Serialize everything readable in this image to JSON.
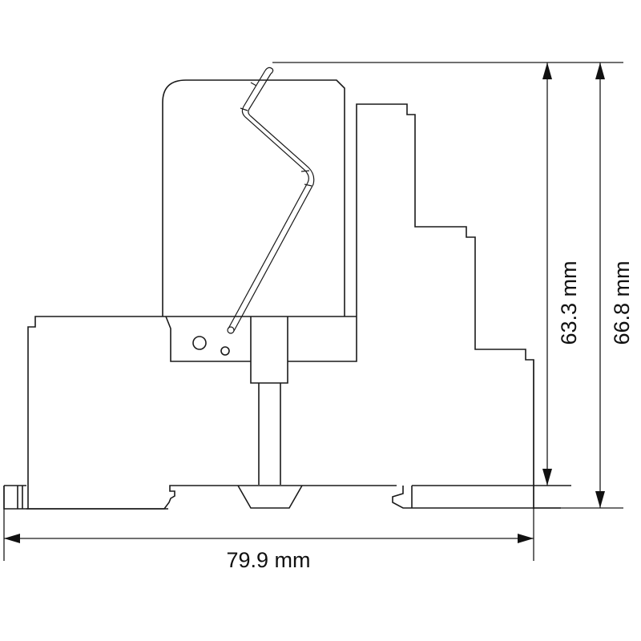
{
  "drawing": {
    "type": "technical-dimension-drawing",
    "subject": "DIN-rail relay socket with relay and retaining clip (side view)",
    "line_color": "#1a1a1a",
    "background": "#ffffff"
  },
  "dimensions": {
    "width": {
      "label": "79.9 mm",
      "value": 79.9,
      "unit": "mm",
      "orientation": "horizontal"
    },
    "height_inner": {
      "label": "63.3 mm",
      "value": 63.3,
      "unit": "mm",
      "orientation": "vertical"
    },
    "height_total": {
      "label": "66.8 mm",
      "value": 66.8,
      "unit": "mm",
      "orientation": "vertical"
    }
  }
}
